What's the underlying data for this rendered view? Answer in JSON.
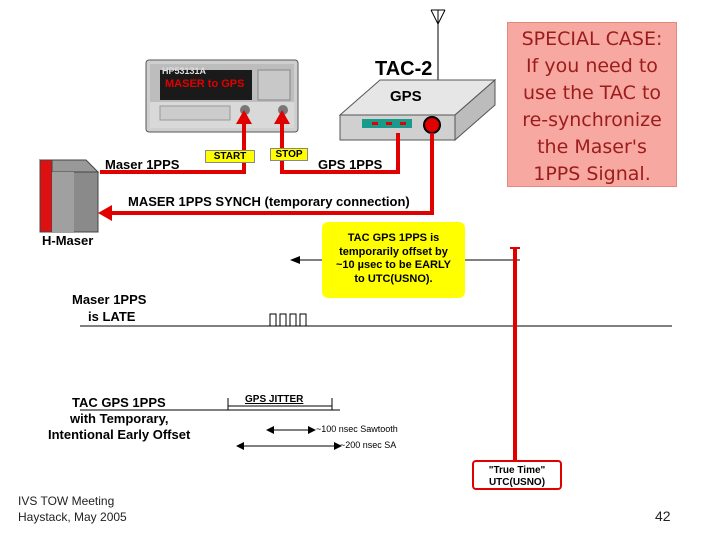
{
  "equipment": {
    "tac_title": "TAC-2",
    "tac_gps": "GPS",
    "counter_model": "HP53131A",
    "counter_display": "MASER to GPS",
    "start_label": "START",
    "stop_label": "STOP",
    "hmaser_label": "H-Maser"
  },
  "signals": {
    "maser_1pps": "Maser 1PPS",
    "gps_1pps": "GPS 1PPS",
    "synch": "MASER 1PPS SYNCH  (temporary connection)"
  },
  "special_case": {
    "lines": [
      "SPECIAL CASE:",
      "If you need to",
      "use the TAC to",
      "re-synchronize",
      "the Maser's",
      "1PPS Signal."
    ]
  },
  "offset_note": {
    "lines": [
      "TAC GPS 1PPS is",
      "temporarily offset by",
      "~10 µsec to be EARLY",
      "to UTC(USNO)."
    ]
  },
  "timeline": {
    "maser_late": [
      "Maser 1PPS",
      "is LATE"
    ],
    "tac_offset": [
      "TAC GPS 1PPS",
      "with Temporary,",
      "Intentional Early Offset"
    ],
    "gps_jitter": "GPS JITTER",
    "sawtooth": "~100 nsec Sawtooth",
    "sa": "~200 nsec SA",
    "true_time": [
      "\"True Time\"",
      "UTC(USNO)"
    ]
  },
  "footer": {
    "meeting": "IVS TOW Meeting",
    "place": "Haystack, May 2005",
    "page": "42"
  },
  "colors": {
    "red": "#e00000",
    "yellow": "#ffff00",
    "pink": "#f7a8a0"
  }
}
